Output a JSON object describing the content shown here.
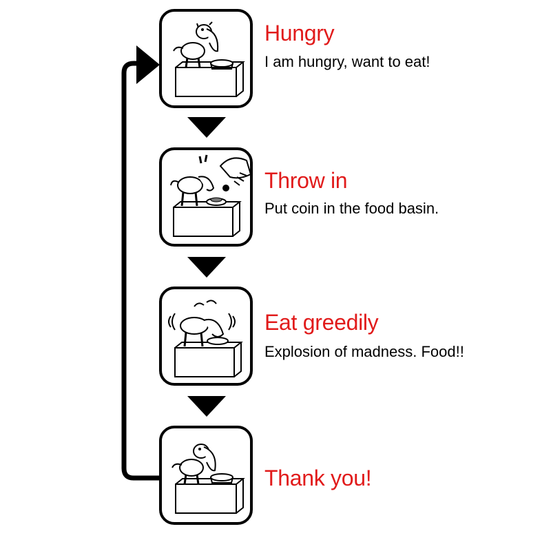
{
  "steps": [
    {
      "title": "Hungry",
      "description": "I am hungry, want to eat!",
      "illustration": "dog-waiting-icon"
    },
    {
      "title": "Throw in",
      "description": "Put coin in the food basin.",
      "illustration": "hand-dropping-coin-icon"
    },
    {
      "title": "Eat greedily",
      "description": "Explosion of madness. Food!!",
      "illustration": "dog-eating-icon"
    },
    {
      "title": "Thank you!",
      "description": "",
      "illustration": "dog-resting-icon"
    }
  ],
  "colors": {
    "title": "#e11b1b",
    "text": "#000000",
    "line": "#000000"
  }
}
